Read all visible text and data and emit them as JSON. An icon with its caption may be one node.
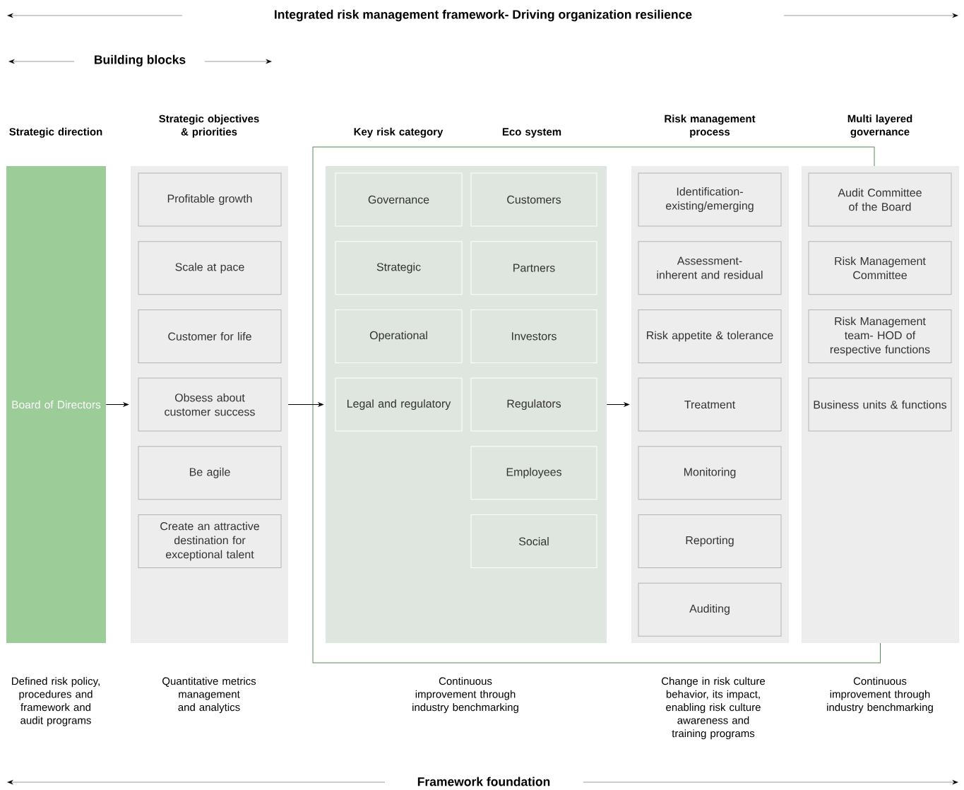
{
  "diagram": {
    "title": "Integrated risk management framework- Driving organization resilience",
    "nodes": [
      {
        "text": [
          "Strategic direction",
          "Board of Directors"
        ],
        "beside": [
          "Defined risk policy, procedures and framework and audit programs"
        ]
      },
      {
        "text": [
          "Strategic objectives & priorities"
        ],
        "beside": [
          "Quantitative metrics management and analytics"
        ]
      },
      {
        "text": [
          "Profitable growth"
        ],
        "in": 1
      },
      {
        "text": [
          "Scale at pace"
        ],
        "in": 1
      },
      {
        "text": [
          "Customer for life"
        ],
        "in": 1
      },
      {
        "text": [
          "Obsess about customer success"
        ],
        "in": 1
      },
      {
        "text": [
          "Be agile"
        ],
        "in": 1
      },
      {
        "text": [
          "Create an attractive destination for exceptional talent"
        ],
        "in": 1
      },
      {
        "text": [
          "Key risk category",
          "Eco system"
        ],
        "beside": [
          "Continuous improvement through industry benchmarking"
        ]
      },
      {
        "text": [
          "Governance"
        ],
        "in": 8
      },
      {
        "text": [
          "Strategic"
        ],
        "in": 8
      },
      {
        "text": [
          "Operational"
        ],
        "in": 8
      },
      {
        "text": [
          "Legal and regulatory"
        ],
        "in": 8
      },
      {
        "text": [
          "Customers"
        ],
        "in": 8
      },
      {
        "text": [
          "Partners"
        ],
        "in": 8
      },
      {
        "text": [
          "Investors"
        ],
        "in": 8
      },
      {
        "text": [
          "Regulators"
        ],
        "in": 8
      },
      {
        "text": [
          "Employees"
        ],
        "in": 8
      },
      {
        "text": [
          "Social"
        ],
        "in": 8
      },
      {
        "text": [
          "Risk management process"
        ],
        "beside": [
          "Change in risk culture behavior, its impact, enabling risk culture awareness and training programs"
        ]
      },
      {
        "text": [
          "Identification- existing/emerging"
        ],
        "in": 19
      },
      {
        "text": [
          "Assessment- inherent and residual"
        ],
        "in": 19
      },
      {
        "text": [
          "Risk appetite & tolerance"
        ],
        "in": 19
      },
      {
        "text": [
          "Treatment"
        ],
        "in": 19
      },
      {
        "text": [
          "Monitoring"
        ],
        "in": 19
      },
      {
        "text": [
          "Reporting"
        ],
        "in": 19
      },
      {
        "text": [
          "Auditing"
        ],
        "in": 19
      },
      {
        "text": [
          "Multi layered governance"
        ],
        "beside": [
          "Continuous improvement through industry benchmarking"
        ]
      },
      {
        "text": [
          "Audit Committee of the Board"
        ],
        "in": 27
      },
      {
        "text": [
          "Risk Management Committee"
        ],
        "in": 27
      },
      {
        "text": [
          "Risk Management team- HOD of respective functions"
        ],
        "in": 27
      },
      {
        "text": [
          "Business units & functions"
        ],
        "in": 27
      }
    ],
    "edges": [
      {
        "from": 0,
        "to": 1,
        "arrow": "to"
      },
      {
        "from": 1,
        "to": 8,
        "arrow": "to"
      },
      {
        "from": 8,
        "to": 19,
        "arrow": "to"
      }
    ],
    "labels": [
      "Building blocks",
      "Framework foundation"
    ]
  }
}
